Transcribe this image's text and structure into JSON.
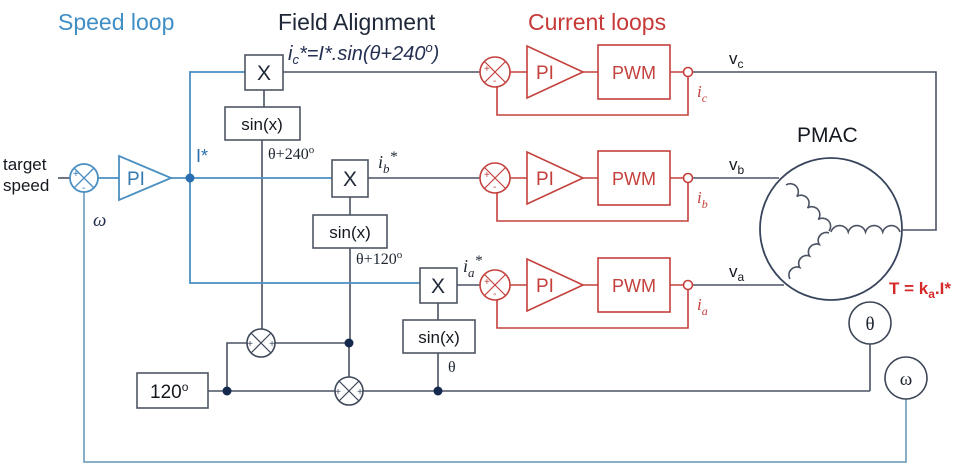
{
  "colors": {
    "blue_accent": "#4a8fc2",
    "feedback_blue": "#7aa5c0",
    "red_accent": "#c4403c",
    "bright_red": "#d42a2a",
    "dark_line": "#4a5263",
    "navy_text": "#253052"
  },
  "titles": {
    "speed_loop": "Speed loop",
    "field_alignment": "Field Alignment",
    "current_loops": "Current loops"
  },
  "speed_loop": {
    "target_line1": "target",
    "target_line2": "speed",
    "pi_label": "PI",
    "output_label": "I*",
    "feedback_label": "ω",
    "plus": "+",
    "minus": "-"
  },
  "field_alignment": {
    "equation": {
      "p1": "i",
      "sub": "c",
      "p2": "*=I*.sin(θ+240",
      "sup": "o",
      "p3": ")"
    },
    "x_label": "X",
    "sin_label": "sin(x)",
    "angle_240": {
      "p": "θ+240",
      "sup": "o"
    },
    "angle_120": {
      "p": "θ+120",
      "sup": "o"
    },
    "angle_0": "θ",
    "ib_ref": {
      "p": "i",
      "sub": "b",
      "star": "*"
    },
    "ia_ref": {
      "p": "i",
      "sub": "a",
      "star": "*"
    },
    "offset_block": {
      "p": "120",
      "sup": "o"
    },
    "plus": "+"
  },
  "current_loops": {
    "pi_label": "PI",
    "pwm_label": "PWM",
    "plus": "+",
    "minus": "-",
    "rows": [
      {
        "v_base": "v",
        "v_sub": "c",
        "i_base": "i",
        "i_sub": "c"
      },
      {
        "v_base": "v",
        "v_sub": "b",
        "i_base": "i",
        "i_sub": "b"
      },
      {
        "v_base": "v",
        "v_sub": "a",
        "i_base": "i",
        "i_sub": "a"
      }
    ]
  },
  "motor": {
    "label": "PMAC",
    "torque": {
      "p1": "T = k",
      "sub": "a",
      "p2": ".I*"
    },
    "theta_sensor": "θ",
    "omega_sensor": "ω"
  }
}
